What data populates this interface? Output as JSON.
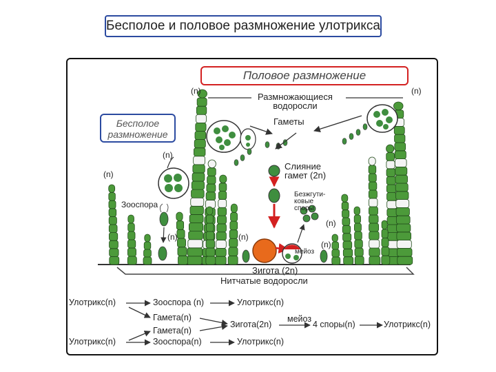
{
  "title": "Бесполое и половое размножение улотрикса",
  "sexual_header": "Половое размножение",
  "asexual_header": [
    "Бесполое",
    "размножение"
  ],
  "labels": {
    "n_left_top": "(n)",
    "n_right_top": "(n)",
    "n_small": "(n)",
    "n_left_mid": "(n)",
    "n_zoospore": "(n)",
    "n_spores": "(n)",
    "n_mid": "(n)",
    "n_right_mid": "(n)",
    "algae": [
      "Размножающиеся",
      "водоросли"
    ],
    "gametes": "Гаметы",
    "fusion": [
      "Слияние",
      "гамет (2n)"
    ],
    "zoospore": "Зооспора",
    "flagellaless": [
      "Безжгути-",
      "ковые",
      "споры"
    ],
    "meiosis": "мейоз",
    "zygote": "Зигота (2n)",
    "filamentous": "Нитчатые водоросли"
  },
  "scheme": {
    "row1": [
      "Улотрикс(n)",
      "Зооспора (n)",
      "Улотрикс(n)"
    ],
    "row2_gametes": "Гамета(n)",
    "row2_zygote": "Зигота(2n)",
    "meiosis": "мейоз",
    "row2_spores": "4 споры(n)",
    "row2_ulothrix": "Улотрикс(n)",
    "row3_gametes": "Гамета(n)",
    "row4": [
      "Улотрикс(n)",
      "Зооспора(n)",
      "Улотрикс(n)"
    ]
  }
}
